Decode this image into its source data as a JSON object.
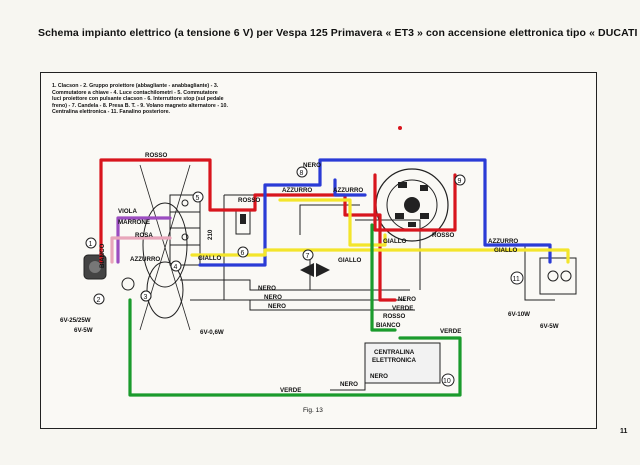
{
  "header": {
    "title": "Schema impianto elettrico (a tensione 6 V) per Vespa 125 Primavera « ET3 » con accensione elettronica tipo « DUCATI »"
  },
  "legend": {
    "text": "1. Clacson - 2. Gruppo proiettore (abbagliante - anabbagliante) - 3. Commutatore a chiave - 4. Luce contachilometri - 5. Commutatore luci proiettore con pulsante clacson - 6. Interruttore stop (sul pedale freno) - 7. Candela - 8. Presa B. T. - 9. Volano magneto alternatore - 10. Centralina elettronica - 11. Fanalino posteriore."
  },
  "wires": {
    "rosso": "ROSSO",
    "viola": "VIOLA",
    "marrone": "MARRONE",
    "rosa": "ROSA",
    "azzurro": "AZZURRO",
    "bianco": "BIANCO",
    "giallo": "GIALLO",
    "nero": "NERO",
    "verde": "VERDE"
  },
  "bulbs": {
    "headlamp": "6V-25/25W",
    "parking": "6V-5W",
    "speedo": "6V-0,6W",
    "tail": "6V-10W",
    "tail_small": "6V-5W"
  },
  "unit": {
    "line1": "CENTRALINA",
    "line2": "ELETTRONICA"
  },
  "switch_label": "210",
  "numbers": [
    "1",
    "2",
    "3",
    "4",
    "5",
    "6",
    "7",
    "8",
    "9",
    "10",
    "11"
  ],
  "figure": {
    "caption": "Fig. 13"
  },
  "page": {
    "number": "11"
  },
  "colors": {
    "red": "#d8151d",
    "blue": "#2a3bd6",
    "yellow": "#f3e52b",
    "green": "#1a9b2c",
    "purple": "#9b4dc0",
    "pink": "#e8a6ba",
    "black": "#222222"
  }
}
